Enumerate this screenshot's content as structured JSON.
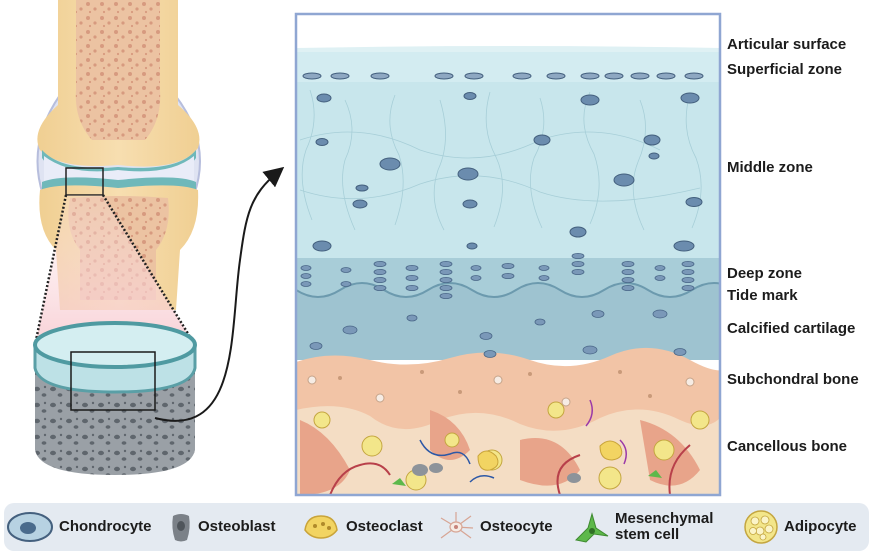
{
  "zones": [
    {
      "id": "articular-surface",
      "label": "Articular surface"
    },
    {
      "id": "superficial-zone",
      "label": "Superficial zone"
    },
    {
      "id": "middle-zone",
      "label": "Middle zone"
    },
    {
      "id": "deep-zone",
      "label": "Deep zone"
    },
    {
      "id": "tide-mark",
      "label": "Tide mark"
    },
    {
      "id": "calcified-cartilage",
      "label": "Calcified cartilage"
    },
    {
      "id": "subchondral-bone",
      "label": "Subchondral bone"
    },
    {
      "id": "cancellous-bone",
      "label": "Cancellous bone"
    }
  ],
  "legend": [
    {
      "id": "chondrocyte",
      "label": "Chondrocyte",
      "icon": "chondrocyte-icon"
    },
    {
      "id": "osteoblast",
      "label": "Osteoblast",
      "icon": "osteoblast-icon"
    },
    {
      "id": "osteoclast",
      "label": "Osteoclast",
      "icon": "osteoclast-icon"
    },
    {
      "id": "osteocyte",
      "label": "Osteocyte",
      "icon": "osteocyte-icon"
    },
    {
      "id": "msc",
      "label": "Mesenchymal stem cell",
      "icon": "mesenchymal-stem-cell-icon"
    },
    {
      "id": "adipocyte",
      "label": "Adipocyte",
      "icon": "adipocyte-icon"
    }
  ],
  "colors": {
    "cartilage": "#c8e6ec",
    "superficial": "#d6eef2",
    "deep_zone": "#a8cdd8",
    "calcified": "#9ec3d0",
    "subchondral": "#f2c4a6",
    "cancellous": "#e8a48a",
    "frame": "#8fa6d2",
    "bone_marrow": "#f4ddc4",
    "legend_bg": "#e4eaf1"
  }
}
